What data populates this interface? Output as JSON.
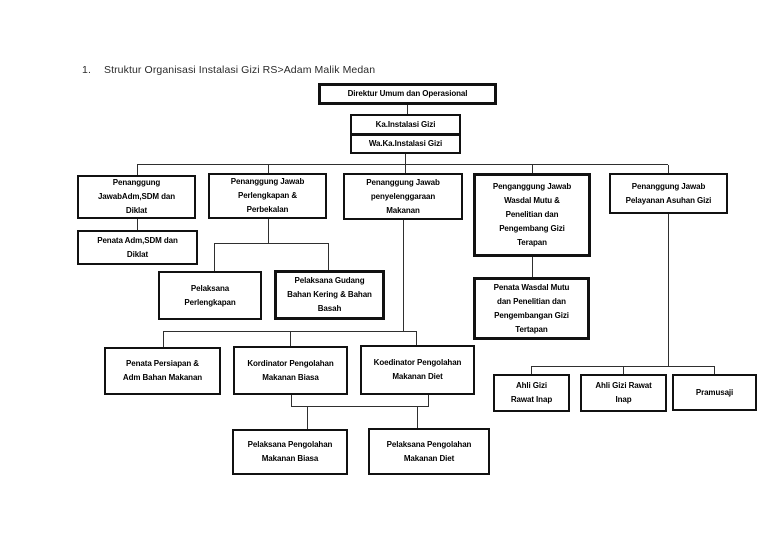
{
  "page": {
    "background": "#ffffff",
    "heading": {
      "number": "1.",
      "text": "Struktur Organisasi Instalasi Gizi RS>Adam Malik Medan"
    }
  },
  "colors": {
    "box_border": "#111111",
    "connector_line": "#2f2f2f",
    "text": "#000000"
  },
  "org_chart": {
    "type": "org-tree",
    "nodes": {
      "direktur": {
        "label": "Direktur Umum dan Operasional",
        "lines": [
          "Direktur Umum dan Operasional"
        ]
      },
      "ka_instalasi": {
        "label": "Ka.Instalasi Gizi",
        "lines": [
          "Ka.Instalasi Gizi"
        ]
      },
      "waka_instalasi": {
        "label": "Wa.Ka.Instalasi Gizi",
        "lines": [
          "Wa.Ka.Instalasi Gizi"
        ]
      },
      "pj_adm": {
        "label": "Penanggung JawabAdm,SDM dan Diklat",
        "lines": [
          "Penanggung",
          "JawabAdm,SDM dan",
          "Diklat"
        ]
      },
      "pj_perlengkapan": {
        "label": "Penanggung Jawab Perlengkapan & Perbekalan",
        "lines": [
          "Penanggung Jawab",
          "Perlengkapan &",
          "Perbekalan"
        ]
      },
      "pj_penyelenggaraan": {
        "label": "Penanggung Jawab penyelenggaraan Makanan",
        "lines": [
          "Penanggung Jawab",
          "penyelenggaraan",
          "Makanan"
        ]
      },
      "pj_wasdal": {
        "label": "Penganggung Jawab Wasdal Mutu & Penelitian dan Pengembang Gizi Terapan",
        "lines": [
          "Penganggung Jawab",
          "Wasdal Mutu &",
          "Penelitian dan",
          "Pengembang Gizi",
          "Terapan"
        ]
      },
      "pj_pelayanan": {
        "label": "Penanggung Jawab Pelayanan Asuhan Gizi",
        "lines": [
          "Penanggung Jawab",
          "Pelayanan Asuhan Gizi"
        ]
      },
      "penata_adm": {
        "label": "Penata Adm,SDM dan Diklat",
        "lines": [
          "Penata Adm,SDM dan",
          "Diklat"
        ]
      },
      "pelaksana_perlengkapan": {
        "label": "Pelaksana Perlengkapan",
        "lines": [
          "Pelaksana",
          "Perlengkapan"
        ]
      },
      "pelaksana_gudang": {
        "label": "Pelaksana Gudang Bahan Kering & Bahan Basah",
        "lines": [
          "Pelaksana Gudang",
          "Bahan Kering & Bahan",
          "Basah"
        ]
      },
      "penata_wasdal": {
        "label": "Penata Wasdal Mutu dan Penelitian dan Pengembangan Gizi Tertapan",
        "lines": [
          "Penata Wasdal Mutu",
          "dan Penelitian dan",
          "Pengembangan Gizi",
          "Tertapan"
        ]
      },
      "penata_persiapan": {
        "label": "Penata Persiapan & Adm Bahan Makanan",
        "lines": [
          "Penata Persiapan &",
          "Adm Bahan Makanan"
        ]
      },
      "kordinator_biasa": {
        "label": "Kordinator Pengolahan Makanan Biasa",
        "lines": [
          "Kordinator Pengolahan",
          "Makanan Biasa"
        ]
      },
      "koedinator_diet": {
        "label": "Koedinator Pengolahan Makanan Diet",
        "lines": [
          "Koedinator Pengolahan",
          "Makanan Diet"
        ]
      },
      "ahli_gizi_1": {
        "label": "Ahli Gizi Rawat Inap",
        "lines": [
          "Ahli Gizi",
          "Rawat Inap"
        ]
      },
      "ahli_gizi_2": {
        "label": "Ahli Gizi Rawat Inap",
        "lines": [
          "Ahli Gizi Rawat",
          "Inap"
        ]
      },
      "pramusaji": {
        "label": "Pramusaji",
        "lines": [
          "Pramusaji"
        ]
      },
      "pelaksana_biasa": {
        "label": "Pelaksana Pengolahan Makanan Biasa",
        "lines": [
          "Pelaksana Pengolahan",
          "Makanan Biasa"
        ]
      },
      "pelaksana_diet": {
        "label": "Pelaksana Pengolahan Makanan Diet",
        "lines": [
          "Pelaksana Pengolahan",
          "Makanan Diet"
        ]
      }
    },
    "edges": [
      [
        "direktur",
        "ka_instalasi"
      ],
      [
        "ka_instalasi",
        "waka_instalasi"
      ],
      [
        "waka_instalasi",
        "pj_adm"
      ],
      [
        "waka_instalasi",
        "pj_perlengkapan"
      ],
      [
        "waka_instalasi",
        "pj_penyelenggaraan"
      ],
      [
        "waka_instalasi",
        "pj_wasdal"
      ],
      [
        "waka_instalasi",
        "pj_pelayanan"
      ],
      [
        "pj_adm",
        "penata_adm"
      ],
      [
        "pj_perlengkapan",
        "pelaksana_perlengkapan"
      ],
      [
        "pj_perlengkapan",
        "pelaksana_gudang"
      ],
      [
        "pj_penyelenggaraan",
        "penata_persiapan"
      ],
      [
        "pj_penyelenggaraan",
        "kordinator_biasa"
      ],
      [
        "pj_penyelenggaraan",
        "koedinator_diet"
      ],
      [
        "pj_wasdal",
        "penata_wasdal"
      ],
      [
        "pj_pelayanan",
        "ahli_gizi_1"
      ],
      [
        "pj_pelayanan",
        "ahli_gizi_2"
      ],
      [
        "pj_pelayanan",
        "pramusaji"
      ],
      [
        "kordinator_biasa",
        "pelaksana_biasa"
      ],
      [
        "koedinator_diet",
        "pelaksana_diet"
      ]
    ]
  }
}
